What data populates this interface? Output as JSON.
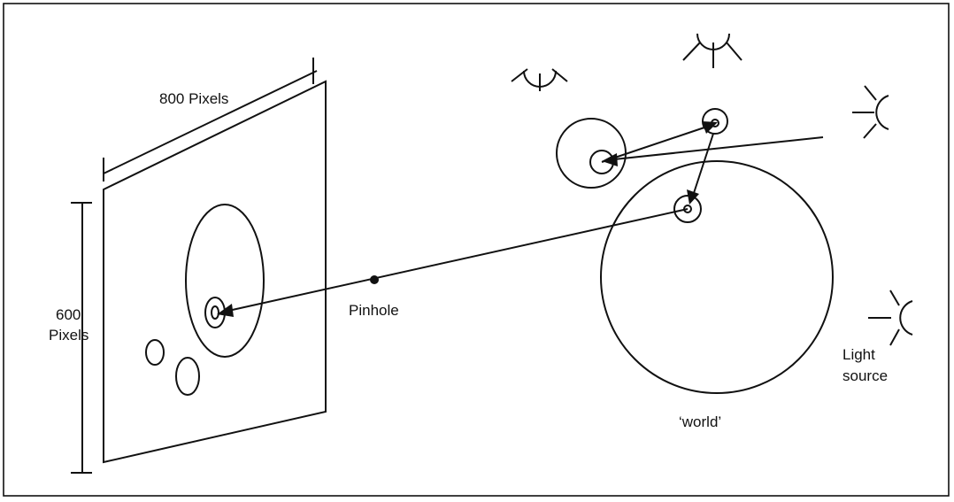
{
  "labels": {
    "width": "800  Pixels",
    "height_line1": "600",
    "height_line2": "Pixels",
    "pinhole": "Pinhole",
    "world": "‘world’",
    "light_line1": "Light",
    "light_line2": "source"
  },
  "colors": {
    "ink": "#111111",
    "paper": "#ffffff"
  }
}
